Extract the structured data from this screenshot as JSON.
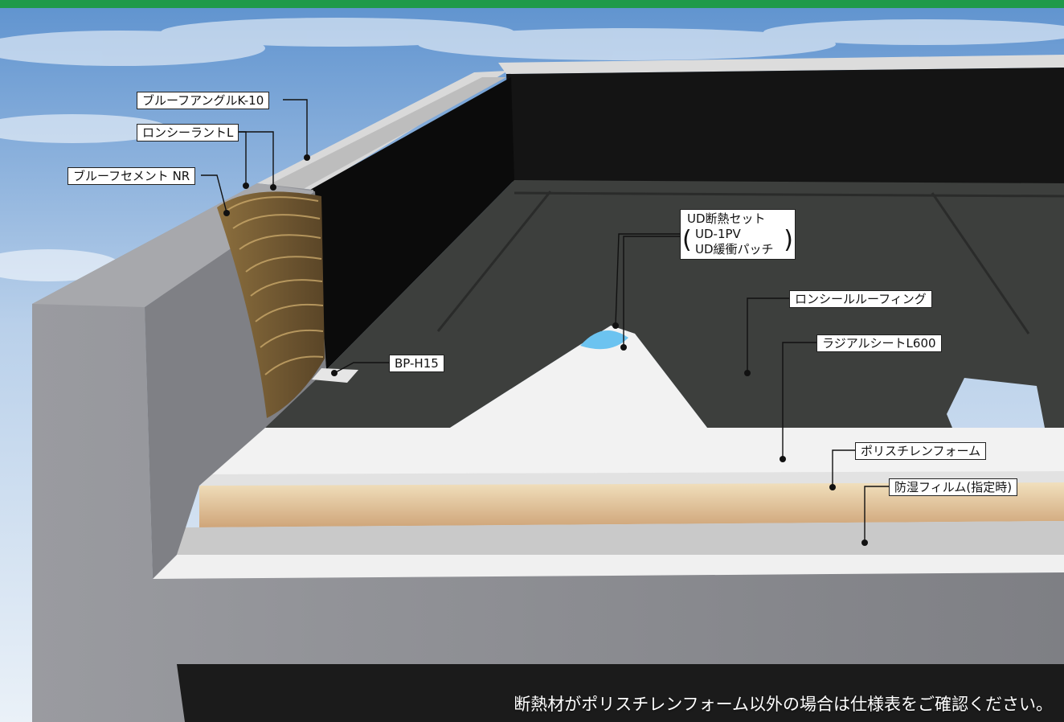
{
  "labels": {
    "proof_angle": "ブルーフアングルK-10",
    "ronsealant": "ロンシーラントL",
    "proof_cement": "ブルーフセメント NR",
    "bp_h15": "BP-H15",
    "ud_set_title": "UD断熱セット",
    "ud_set_line1": "UD-1PV",
    "ud_set_line2": "UD緩衝パッチ",
    "paren_open": "(",
    "paren_close": ")",
    "roofing": "ロンシールルーフィング",
    "radial_sheet": "ラジアルシートL600",
    "polystyrene": "ポリスチレンフォーム",
    "vapor_film": "防湿フィルム(指定時)"
  },
  "footnote": "断熱材がポリスチレンフォーム以外の場合は仕様表をご確認ください。",
  "colors": {
    "banner": "#1f9a4a",
    "sky_top": "#6f9fd4",
    "membrane": "#3b3d3b",
    "wall": "#0d0d0d",
    "concrete": "#8a8b8f",
    "foam": "#e9d5b0",
    "insulation_white": "#f4f4f4",
    "patch": "#6cc3f0"
  }
}
